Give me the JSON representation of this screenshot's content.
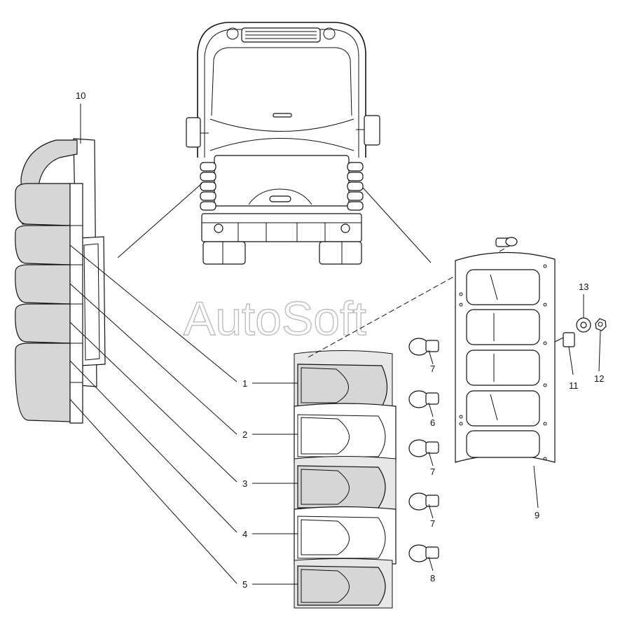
{
  "watermark": "AutoSoft",
  "callouts": [
    {
      "id": "c1",
      "text": "1"
    },
    {
      "id": "c2",
      "text": "2"
    },
    {
      "id": "c3",
      "text": "3"
    },
    {
      "id": "c4",
      "text": "4"
    },
    {
      "id": "c5",
      "text": "5"
    },
    {
      "id": "c6",
      "text": "6"
    },
    {
      "id": "c7a",
      "text": "7"
    },
    {
      "id": "c7b",
      "text": "7"
    },
    {
      "id": "c7c",
      "text": "7"
    },
    {
      "id": "c8",
      "text": "8"
    },
    {
      "id": "c9",
      "text": "9"
    },
    {
      "id": "c10",
      "text": "10"
    },
    {
      "id": "c11",
      "text": "11"
    },
    {
      "id": "c12",
      "text": "12"
    },
    {
      "id": "c13",
      "text": "13"
    }
  ]
}
